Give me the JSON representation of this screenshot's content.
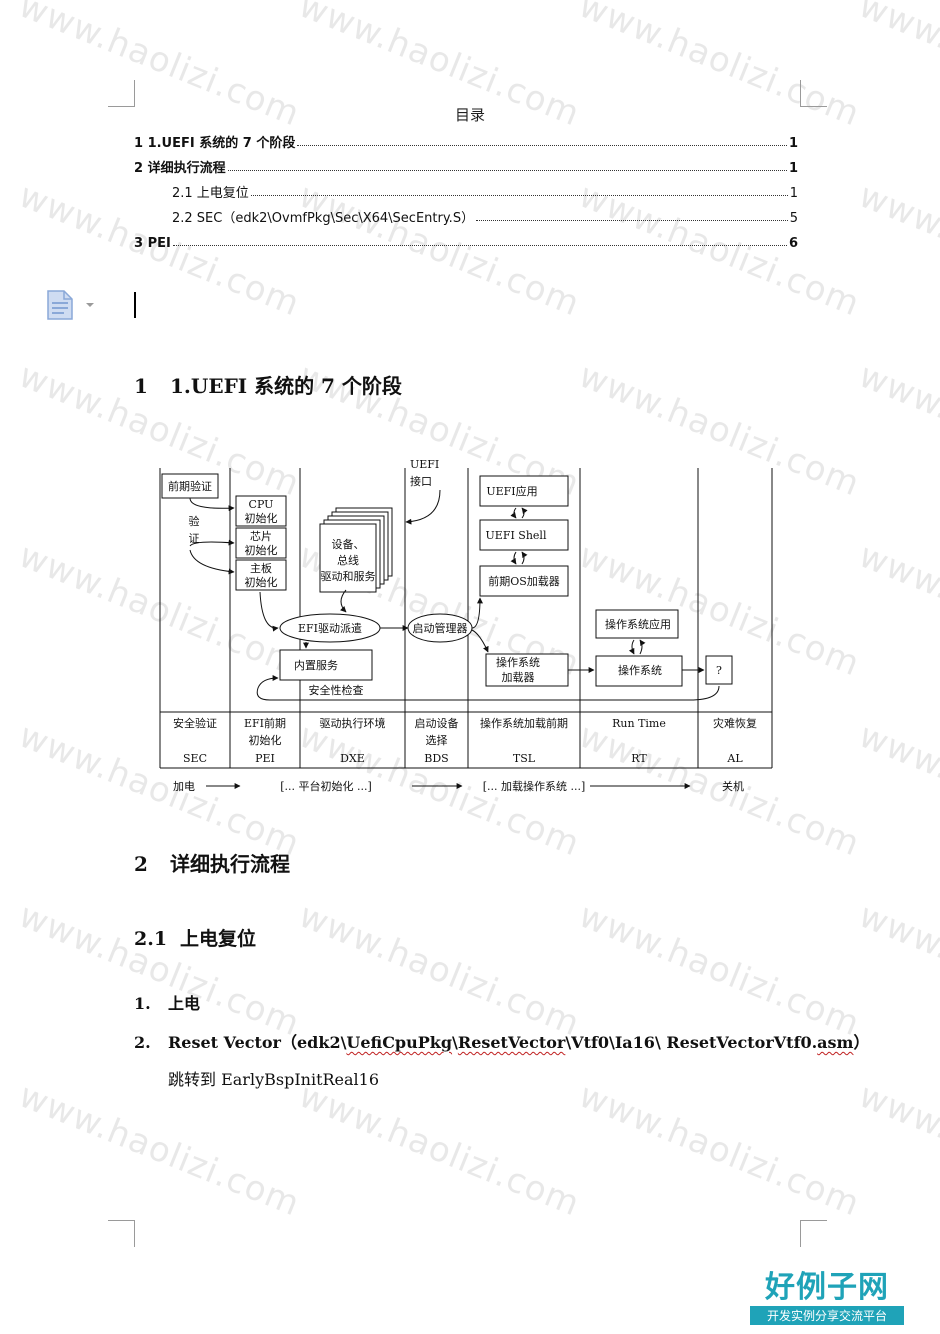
{
  "watermark": "www.haolizi.com",
  "toc": {
    "title": "目录",
    "entries": [
      {
        "label": "1 1.UEFI 系统的 7 个阶段",
        "page": "1"
      },
      {
        "label": "2  详细执行流程",
        "page": "1"
      },
      {
        "label": "2.1  上电复位",
        "page": "1"
      },
      {
        "label": "2.2 SEC（edk2\\OvmfPkg\\Sec\\X64\\SecEntry.S）",
        "page": "5"
      },
      {
        "label": "3 PEI",
        "page": "6"
      }
    ]
  },
  "section1": {
    "num": "1",
    "title": "1.UEFI 系统的 7 个阶段"
  },
  "diagram": {
    "boxes": {
      "pre_verify": "前期验证",
      "verify": [
        "验",
        "证"
      ],
      "cpu": [
        "CPU",
        "初始化"
      ],
      "chip": [
        "芯片",
        "初始化"
      ],
      "board": [
        "主板",
        "初始化"
      ],
      "devices": [
        "设备、",
        "总线",
        "驱动和服务"
      ],
      "uefi_if": [
        "UEFI",
        "接口"
      ],
      "uefi_app": "UEFI应用",
      "uefi_shell": "UEFI Shell",
      "os_loader_pre": "前期OS加载器",
      "efi_dispatch": "EFI驱动派遣",
      "boot_mgr": "启动管理器",
      "builtin": "内置服务",
      "security": "安全性检查",
      "os_loader": [
        "操作系统",
        "加载器"
      ],
      "os_app": "操作系统应用",
      "os": "操作系统",
      "unknown": "?"
    },
    "phases": [
      {
        "name": [
          "安全验证"
        ],
        "abbr": "SEC"
      },
      {
        "name": [
          "EFI前期",
          "初始化"
        ],
        "abbr": "PEI"
      },
      {
        "name": [
          "驱动执行环境"
        ],
        "abbr": "DXE"
      },
      {
        "name": [
          "启动设备",
          "选择"
        ],
        "abbr": "BDS"
      },
      {
        "name": [
          "操作系统加载前期"
        ],
        "abbr": "TSL"
      },
      {
        "name": [
          "Run Time"
        ],
        "abbr": "RT"
      },
      {
        "name": [
          "灾难恢复"
        ],
        "abbr": "AL"
      }
    ],
    "timeline": {
      "power_on": "加电",
      "platform_init": "[...      平台初始化         ...]",
      "load_os": "[... 加载操作系统 ...]",
      "shutdown": "关机"
    }
  },
  "section2": {
    "num": "2",
    "title": "详细执行流程"
  },
  "section21": {
    "num": "2.1",
    "title": "上电复位"
  },
  "list": [
    {
      "num": "1.",
      "text": "上电"
    },
    {
      "num": "2.",
      "text_a": "Reset Vector（edk2\\",
      "text_squig1": "UefiCpuPkg",
      "text_b": "\\",
      "text_squig2": "ResetVector",
      "text_c": "\\Vtf0\\Ia16\\ ResetVectorVtf0.",
      "text_squig3": "asm",
      "text_d": "）"
    }
  ],
  "para": "跳转到 EarlyBspInitReal16",
  "logo": {
    "big": "好例子网",
    "small": "开发实例分享交流平台"
  },
  "colors": {
    "accent": "#1fa3b8",
    "icon": "#8aa8d8"
  }
}
